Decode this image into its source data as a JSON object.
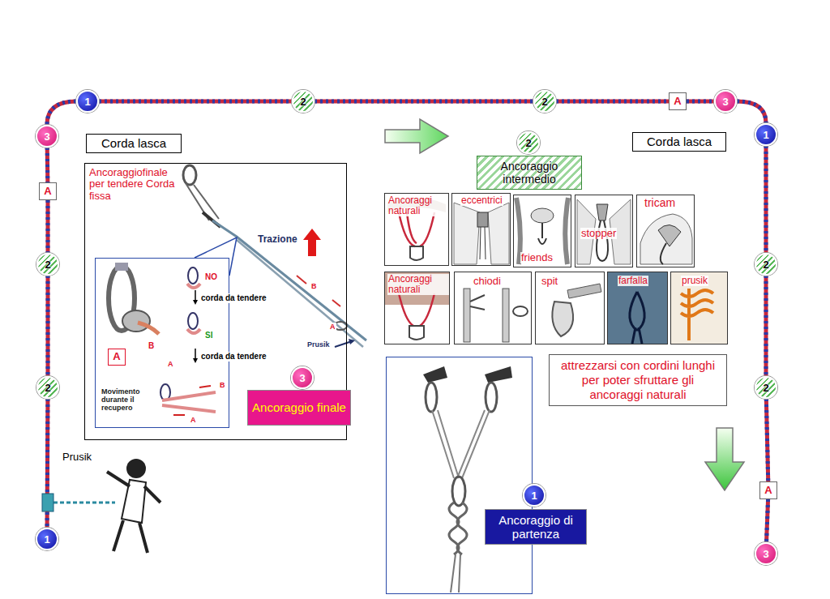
{
  "diagram": {
    "nodes": [
      {
        "text": [
          "1"
        ]
      },
      {
        "text": [
          "3"
        ]
      },
      {
        "text": [
          "Corda lasca"
        ]
      },
      {
        "text": [
          "A"
        ]
      },
      {
        "text": [
          "2"
        ]
      },
      {
        "text": [
          "2"
        ]
      },
      {
        "text": [
          "1"
        ]
      },
      {
        "text": [
          "2"
        ]
      },
      {
        "text": [
          "2"
        ]
      },
      {
        "text": [
          "A"
        ]
      },
      {
        "text": [
          "3"
        ]
      },
      {
        "text": [
          "1"
        ]
      },
      {
        "text": [
          "Corda lasca"
        ]
      },
      {
        "text": [
          "2"
        ]
      },
      {
        "text": [
          "2"
        ]
      },
      {
        "text": [
          "A"
        ]
      },
      {
        "text": [
          "3"
        ]
      },
      {
        "text": [
          "Ancoraggiofinale per tendere Corda fissa"
        ]
      },
      {
        "text": [
          "Movimento durante il recupero"
        ],
        "in": 17
      },
      {
        "text": [
          "A"
        ],
        "in": 18
      },
      {
        "text": [
          "3"
        ],
        "in": 17
      },
      {
        "text": [
          "Ancoraggio finale"
        ],
        "in": 17
      },
      {
        "text": [
          "2"
        ]
      },
      {
        "text": [
          "Ancoraggio intermedio"
        ]
      },
      {
        "text": [
          "Ancoraggi naturali"
        ]
      },
      {
        "text": [
          "eccentrici"
        ]
      },
      {
        "text": [
          "friends"
        ]
      },
      {
        "text": [
          "stopper"
        ]
      },
      {
        "text": [
          "tricam"
        ]
      },
      {
        "text": [
          "Ancoraggi naturali"
        ]
      },
      {
        "text": [
          "chiodi"
        ]
      },
      {
        "text": [
          "spit"
        ]
      },
      {
        "text": [
          "farfalla"
        ]
      },
      {
        "text": [
          "prusik"
        ]
      },
      {
        "text": [
          "attrezzarsi con cordini lunghi per poter sfruttare gli ancoraggi naturali"
        ]
      },
      {
        "text": [
          "1"
        ]
      },
      {
        "text": [
          "Ancoraggio di partenza"
        ]
      }
    ],
    "edges": [
      {
        "from": 0,
        "to": 1,
        "arrow": "none"
      },
      {
        "from": 0,
        "to": 7,
        "arrow": "none"
      },
      {
        "from": 7,
        "to": 8,
        "arrow": "none"
      },
      {
        "from": 8,
        "to": 9,
        "arrow": "none"
      },
      {
        "from": 9,
        "to": 10,
        "arrow": "none"
      },
      {
        "from": 10,
        "to": 11,
        "arrow": "none"
      },
      {
        "from": 1,
        "to": 3,
        "arrow": "none"
      },
      {
        "from": 3,
        "to": 4,
        "arrow": "none"
      },
      {
        "from": 4,
        "to": 5,
        "arrow": "none"
      },
      {
        "from": 5,
        "to": 6,
        "arrow": "none"
      },
      {
        "from": 11,
        "to": 13,
        "arrow": "none"
      },
      {
        "from": 13,
        "to": 14,
        "arrow": "none"
      },
      {
        "from": 14,
        "to": 15,
        "arrow": "none"
      },
      {
        "from": 15,
        "to": 16,
        "arrow": "none"
      }
    ],
    "labels": [
      "Trazione",
      "NO",
      "corda da tendere",
      "SI",
      "corda da tendere",
      "B",
      "A",
      "B",
      "A",
      "B",
      "A",
      "Prusik",
      "Prusik"
    ]
  }
}
